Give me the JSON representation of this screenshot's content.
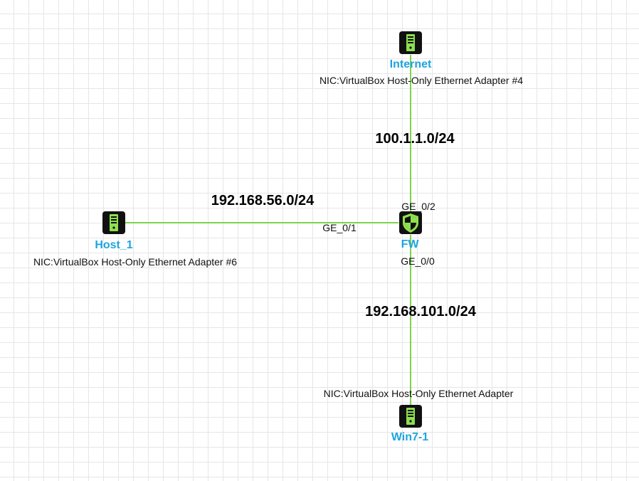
{
  "colors": {
    "link": "#7dd44a",
    "device_name": "#1ea4df",
    "icon_body": "#111111",
    "icon_accent": "#8ee04f"
  },
  "devices": {
    "internet": {
      "name": "Internet",
      "nic": "NIC:VirtualBox Host-Only Ethernet Adapter #4",
      "icon": "server-icon"
    },
    "host1": {
      "name": "Host_1",
      "nic": "NIC:VirtualBox Host-Only Ethernet Adapter #6",
      "icon": "server-icon"
    },
    "fw": {
      "name": "FW",
      "icon": "firewall-shield-icon"
    },
    "win7": {
      "name": "Win7-1",
      "nic": "NIC:VirtualBox Host-Only Ethernet Adapter",
      "icon": "server-icon"
    }
  },
  "subnets": {
    "internet_link": "100.1.1.0/24",
    "host1_link": "192.168.56.0/24",
    "win7_link": "192.168.101.0/24"
  },
  "ports": {
    "ge02": "GE_0/2",
    "ge01": "GE_0/1",
    "ge00": "GE_0/0"
  }
}
